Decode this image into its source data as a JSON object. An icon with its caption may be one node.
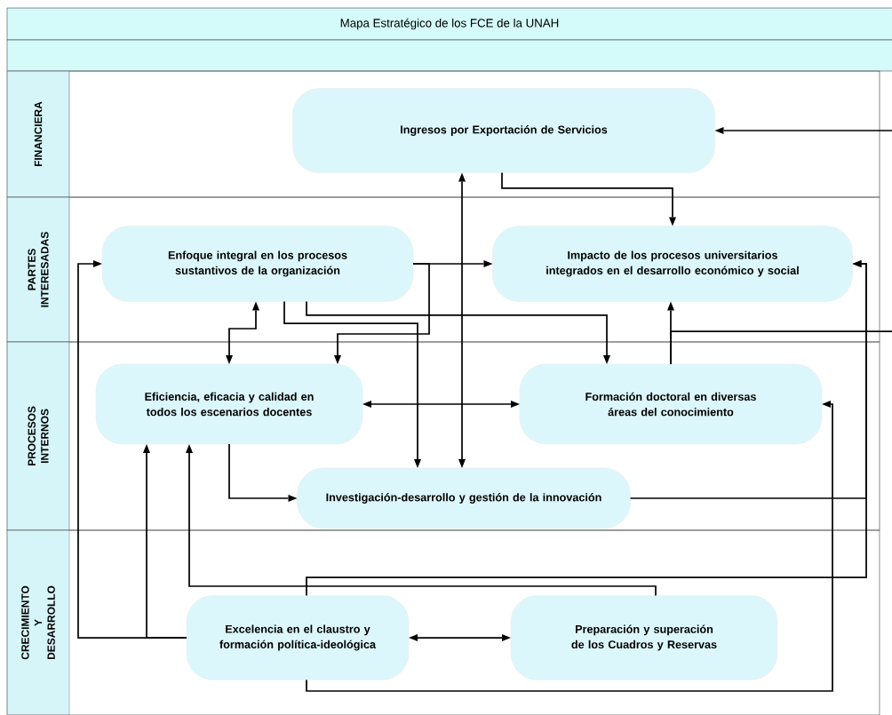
{
  "diagram": {
    "title": "Mapa Estratégico de los FCE de la UNAH",
    "nodes": [
      {
        "text": [
          "FINANCIERA"
        ]
      },
      {
        "text": [
          "Ingresos por Exportación de Servicios"
        ],
        "in": 0
      },
      {
        "text": [
          "PARTES INTERESADAS"
        ]
      },
      {
        "text": [
          "Enfoque integral en los procesos sustantivos de la organización"
        ],
        "in": 2
      },
      {
        "text": [
          "Impacto de los procesos universitarios integrados en el desarrollo económico y social"
        ],
        "in": 2
      },
      {
        "text": [
          "PROCESOS INTERNOS"
        ]
      },
      {
        "text": [
          "Eficiencia, eficacia y calidad en todos los escenarios docentes"
        ],
        "in": 5
      },
      {
        "text": [
          "Formación doctoral en diversas áreas del conocimiento"
        ],
        "in": 5
      },
      {
        "text": [
          "Investigación-desarrollo y gestión de la innovación"
        ],
        "in": 5
      },
      {
        "text": [
          "CRECIMIENTO Y DESARROLLO"
        ]
      },
      {
        "text": [
          "Excelencia en el claustro y formación política-ideológica"
        ],
        "in": 9
      },
      {
        "text": [
          "Preparación y superación de los Cuadros y Reservas"
        ],
        "in": 9
      }
    ],
    "edges": [
      {
        "from": null,
        "to": 1,
        "arrow": "to"
      },
      {
        "from": 1,
        "to": 4,
        "arrow": "to"
      },
      {
        "from": 8,
        "to": 1,
        "arrow": "both"
      },
      {
        "from": 3,
        "to": 4,
        "arrow": "to"
      },
      {
        "from": 3,
        "to": 6,
        "arrow": "to"
      },
      {
        "from": 3,
        "to": 6,
        "arrow": "both"
      },
      {
        "from": 3,
        "to": 7,
        "arrow": "to"
      },
      {
        "from": 3,
        "to": 8,
        "arrow": "to"
      },
      {
        "from": 6,
        "to": 7,
        "arrow": "both"
      },
      {
        "from": 7,
        "to": 4,
        "arrow": "to"
      },
      {
        "from": 7,
        "to": null,
        "arrow": "none"
      },
      {
        "from": 8,
        "to": 4,
        "arrow": "to"
      },
      {
        "from": 10,
        "to": 3,
        "arrow": "to"
      },
      {
        "from": 10,
        "to": 6,
        "arrow": "to"
      },
      {
        "from": 11,
        "to": 6,
        "arrow": "to"
      },
      {
        "from": 6,
        "to": 8,
        "arrow": "to"
      },
      {
        "from": 10,
        "to": 4,
        "arrow": "to"
      },
      {
        "from": 10,
        "to": 7,
        "arrow": "to"
      },
      {
        "from": 10,
        "to": 11,
        "arrow": "both"
      }
    ]
  }
}
